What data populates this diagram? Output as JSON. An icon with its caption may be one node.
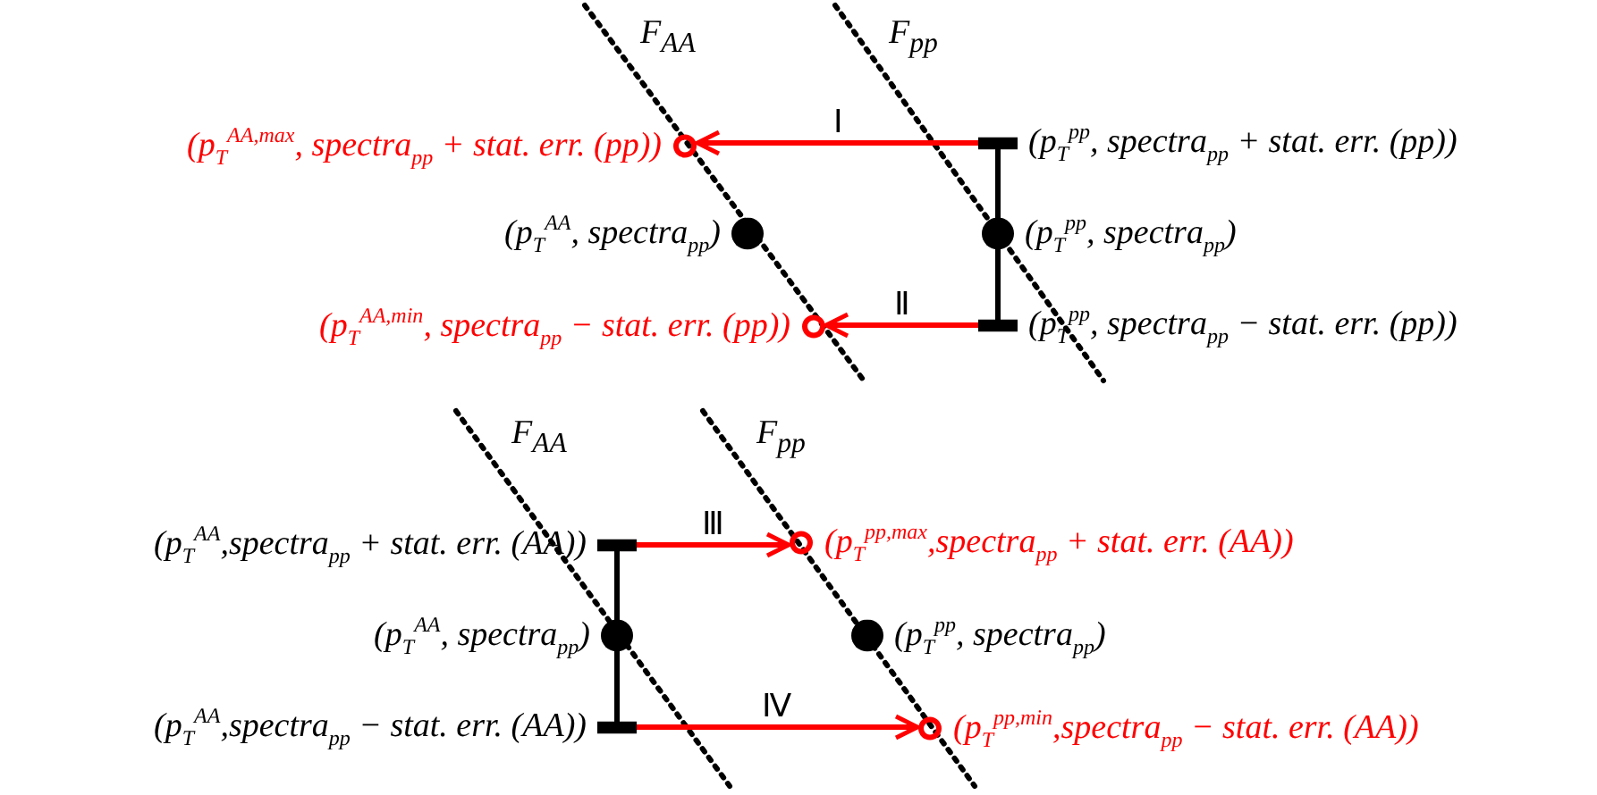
{
  "diagram": {
    "nodes": [
      {
        "text": [
          "(p$_{T}$$^{AA,max}$, spectra$_{pp}$ + stat. err. (pp))"
        ]
      },
      {
        "text": [
          "(p$_{T}$$^{pp}$, spectra$_{pp}$ + stat. err. (pp))"
        ]
      },
      {
        "text": [
          "(p$_{T}$$^{AA}$, spectra$_{pp}$)"
        ]
      },
      {
        "text": [
          "(p$_{T}$$^{pp}$, spectra$_{pp}$)"
        ]
      },
      {
        "text": [
          "(p$_{T}$$^{AA,min}$, spectra$_{pp}$ − stat. err. (pp))"
        ]
      },
      {
        "text": [
          "(p$_{T}$$^{pp}$, spectra$_{pp}$ − stat. err. (pp))"
        ]
      },
      {
        "text": [
          "(p$_{T}$$^{AA}$,spectra$_{pp}$ + stat. err. (AA))"
        ]
      },
      {
        "text": [
          "(p$_{T}$$^{pp,max}$,spectra$_{pp}$ + stat. err. (AA))"
        ]
      },
      {
        "text": [
          "(p$_{T}$$^{AA}$, spectra$_{pp}$)"
        ]
      },
      {
        "text": [
          "(p$_{T}$$^{pp}$, spectra$_{pp}$)"
        ]
      },
      {
        "text": [
          "(p$_{T}$$^{AA}$,spectra$_{pp}$ − stat. err. (AA))"
        ]
      },
      {
        "text": [
          "(p$_{T}$$^{pp,min}$,spectra$_{pp}$ − stat. err. (AA))"
        ]
      }
    ],
    "edges": [
      {
        "from": 1,
        "to": 0,
        "arrow": "to",
        "label": "Ⅰ"
      },
      {
        "from": 5,
        "to": 4,
        "arrow": "to",
        "label": "Ⅱ"
      },
      {
        "from": 6,
        "to": 7,
        "arrow": "to",
        "label": "Ⅲ"
      },
      {
        "from": 10,
        "to": 11,
        "arrow": "to",
        "label": "Ⅳ"
      }
    ],
    "labels": [
      "F$_{AA}$",
      "F$_{pp}$",
      "F$_{AA}$",
      "F$_{pp}$"
    ]
  }
}
